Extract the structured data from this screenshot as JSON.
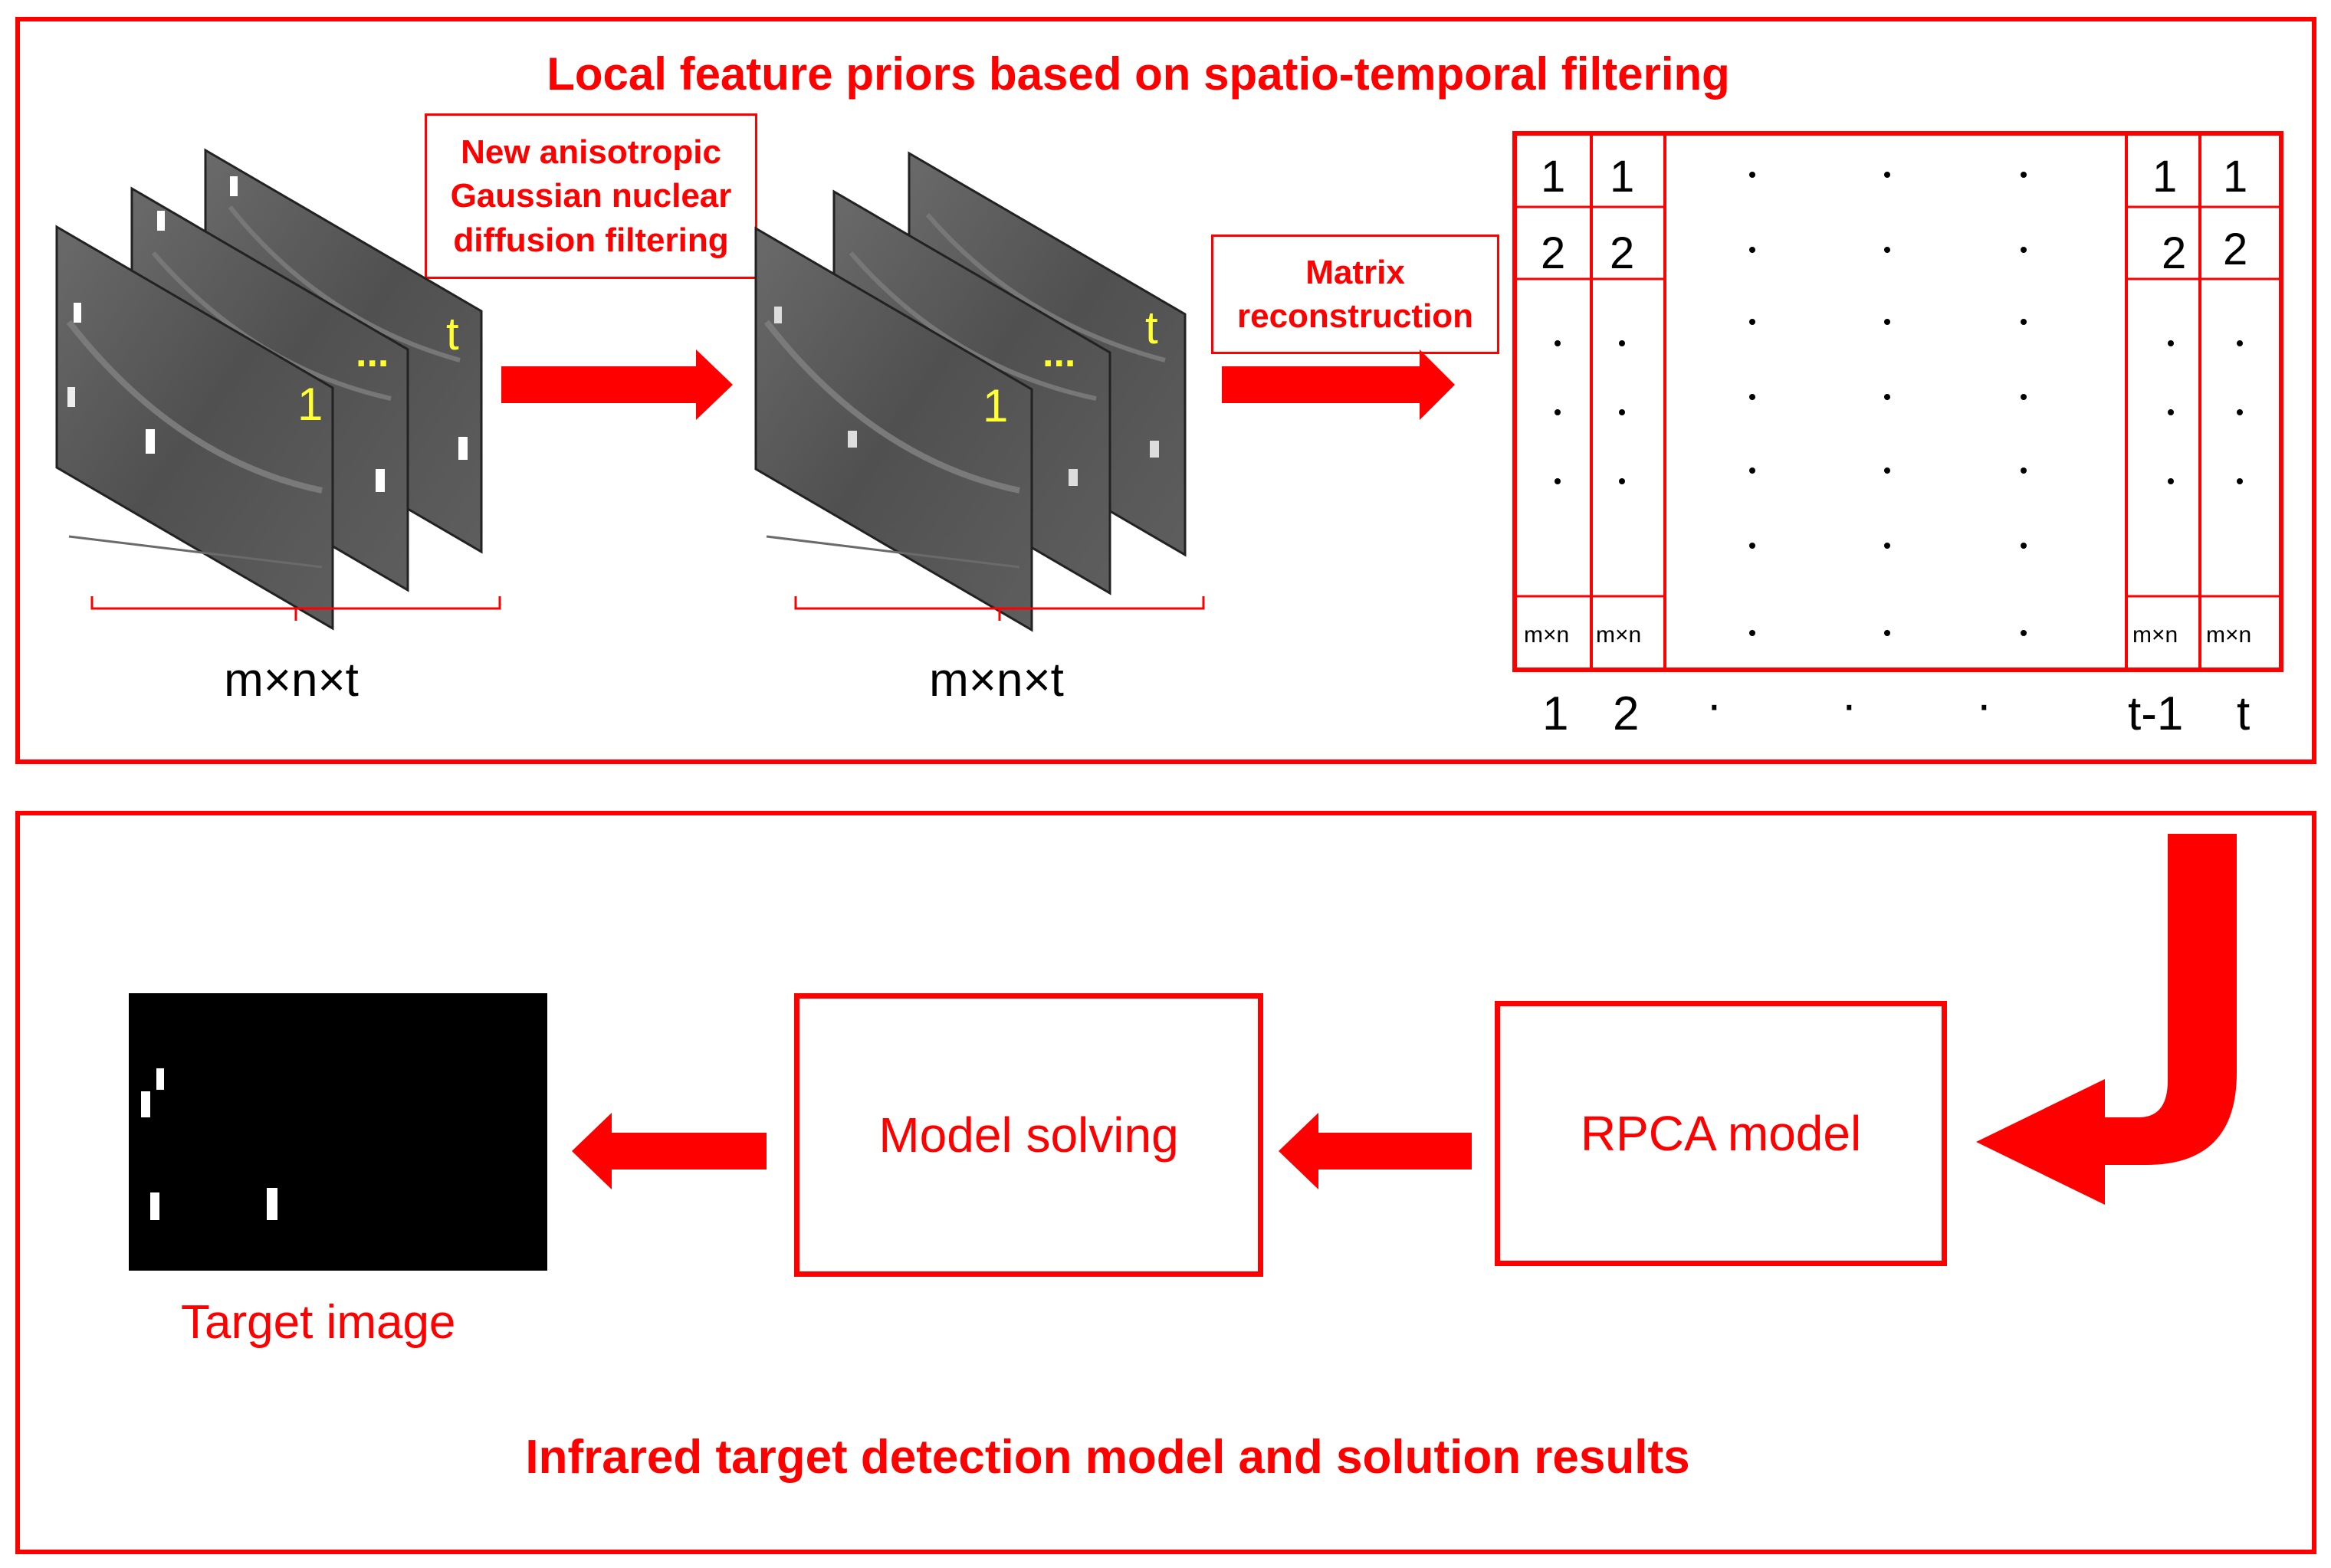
{
  "top_panel": {
    "title": "Local feature priors based on spatio-temporal filtering",
    "filter_label": [
      "New anisotropic",
      "Gaussian nuclear",
      "diffusion filtering"
    ],
    "reconstruction_label": [
      "Matrix",
      "reconstruction"
    ],
    "stack_dim_label": "m×n×t",
    "frame_first": "1",
    "frame_ellipsis": "...",
    "frame_last": "t",
    "matrix": {
      "row1": "1",
      "row2": "2",
      "cell_last": "m×n",
      "dot": "·",
      "col_labels": [
        "1",
        "2",
        "·",
        "·",
        "·",
        "t-1",
        "t"
      ]
    }
  },
  "bottom_panel": {
    "title": "Infrared target detection model and solution results",
    "rpca_box": "RPCA model",
    "solving_box": "Model solving",
    "target_caption": "Target image"
  },
  "colors": {
    "accent": "#ff0000",
    "frame_text": "#ffff33",
    "frame_bg": "#555555"
  }
}
